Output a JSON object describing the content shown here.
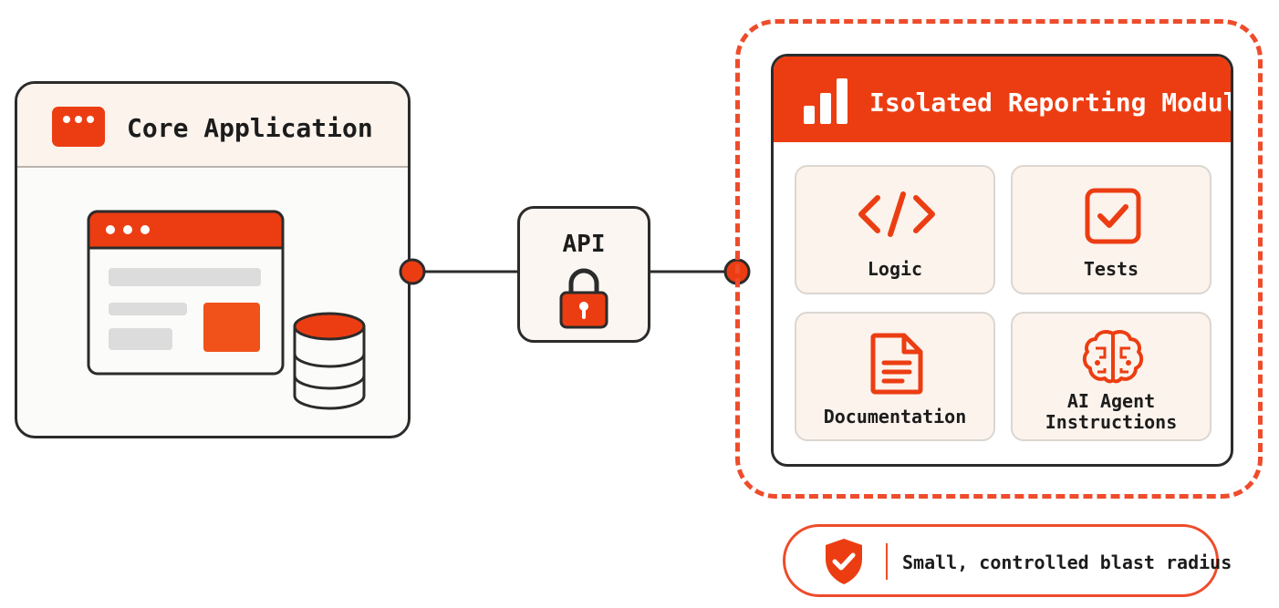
{
  "core": {
    "title": "Core Application",
    "icon": "app-window-icon",
    "illustration": [
      "browser-window-icon",
      "database-icon"
    ]
  },
  "api": {
    "label": "API",
    "icon": "padlock-icon"
  },
  "module": {
    "title": "Isolated Reporting Module",
    "icon": "bar-chart-icon",
    "cards": [
      {
        "label": "Logic",
        "icon": "code-icon"
      },
      {
        "label": "Tests",
        "icon": "checkbox-icon"
      },
      {
        "label": "Documentation",
        "icon": "document-icon"
      },
      {
        "label_line1": "AI Agent",
        "label_line2": "Instructions",
        "icon": "brain-icon"
      }
    ]
  },
  "badge": {
    "text": "Small, controlled blast radius",
    "icon": "shield-check-icon"
  },
  "colors": {
    "accent": "#ec3d12",
    "outline": "#2b2b2b",
    "panel": "#fbf3ec"
  }
}
